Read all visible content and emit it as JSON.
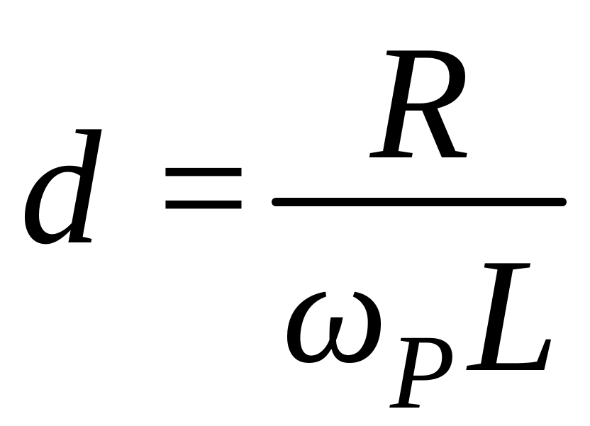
{
  "equation": {
    "lhs": "d",
    "operator": "=",
    "numerator": "R",
    "denominator": {
      "symbol": "ω",
      "subscript": "P",
      "variable": "L"
    }
  }
}
